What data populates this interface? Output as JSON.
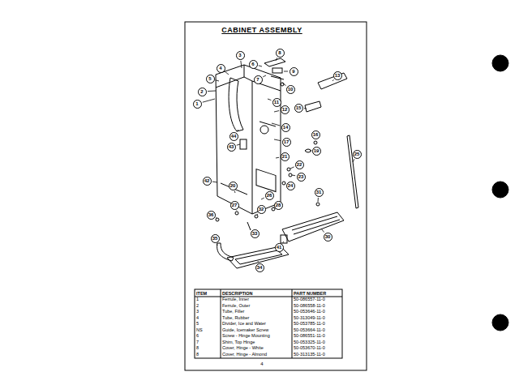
{
  "diagram": {
    "title": "CABINET ASSEMBLY",
    "labels": [
      "8",
      "6",
      "9",
      "7",
      "10",
      "3",
      "4",
      "5",
      "2",
      "1",
      "13",
      "11",
      "12",
      "15",
      "14",
      "44",
      "43",
      "17",
      "16",
      "19",
      "21",
      "25",
      "22",
      "23",
      "24",
      "31",
      "42",
      "20",
      "26",
      "28",
      "27",
      "32",
      "36",
      "33",
      "35",
      "30",
      "41",
      "34",
      "ITEM",
      "DESCRIPTION",
      "PART NUMBER",
      "1",
      "Ferrule, Inner",
      "50-086557-11-0",
      "2",
      "Ferrule, Outer",
      "50-086558-11-0",
      "3",
      "Tube, Filler",
      "50-053646-11-0",
      "4",
      "Tube, Rubber",
      "50-313049-11-0",
      "5",
      "Divider, Ice and Water",
      "50-053785-11-0",
      "NS",
      "Guide, Icemaker Screw",
      "50-053664-11-0",
      "6",
      "Screw - Hinge Mounting",
      "50-086551-11-0",
      "7",
      "Shim, Top Hinge",
      "50-053325-11-0",
      "8",
      "Cover, Hinge - White",
      "50-053670-11-0",
      "8",
      "Cover, Hinge - Almond",
      "50-313135-11-0",
      "4"
    ]
  }
}
